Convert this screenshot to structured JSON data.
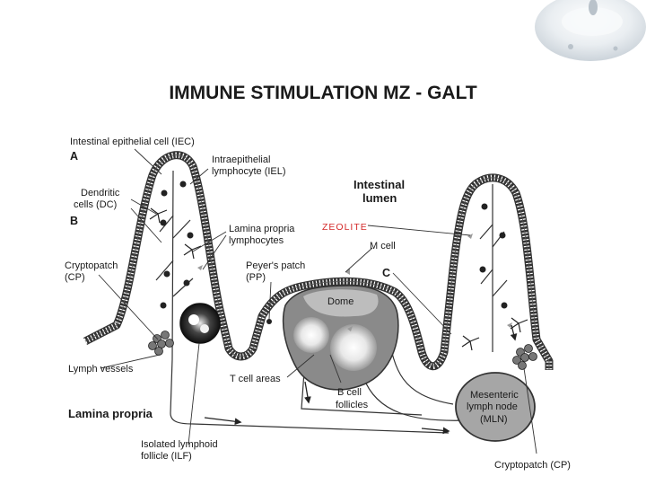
{
  "title": "IMMUNE STIMULATION MZ - GALT",
  "labels": {
    "iec": "Intestinal epithelial cell (IEC)",
    "marker_a": "A",
    "marker_b": "B",
    "marker_c": "C",
    "iel_1": "Intraepithelial",
    "iel_2": "lymphocyte (IEL)",
    "dc_1": "Dendritic",
    "dc_2": "cells (DC)",
    "lumen_1": "Intestinal",
    "lumen_2": "lumen",
    "zeolite": "ZEOLITE",
    "lpl_1": "Lamina propria",
    "lpl_2": "lymphocytes",
    "mcell": "M cell",
    "cp_1": "Cryptopatch",
    "cp_2": "(CP)",
    "pp_1": "Peyer's patch",
    "pp_2": "(PP)",
    "dome": "Dome",
    "lymph_vessels": "Lymph vessels",
    "t_cell": "T cell areas",
    "b_cell_1": "B cell",
    "b_cell_2": "follicles",
    "mln_1": "Mesenteric",
    "mln_2": "lymph node",
    "mln_3": "(MLN)",
    "lamina": "Lamina propria",
    "ilf_1": "Isolated lymphoid",
    "ilf_2": "follicle (ILF)",
    "cp_right": "Cryptopatch (CP)"
  },
  "colors": {
    "zeolite": "#d42b2b",
    "line": "#333333",
    "tissue_fill": "#f4f4f4",
    "patch_fill": "#8c8c8c",
    "node_fill": "#a8a8a8"
  }
}
